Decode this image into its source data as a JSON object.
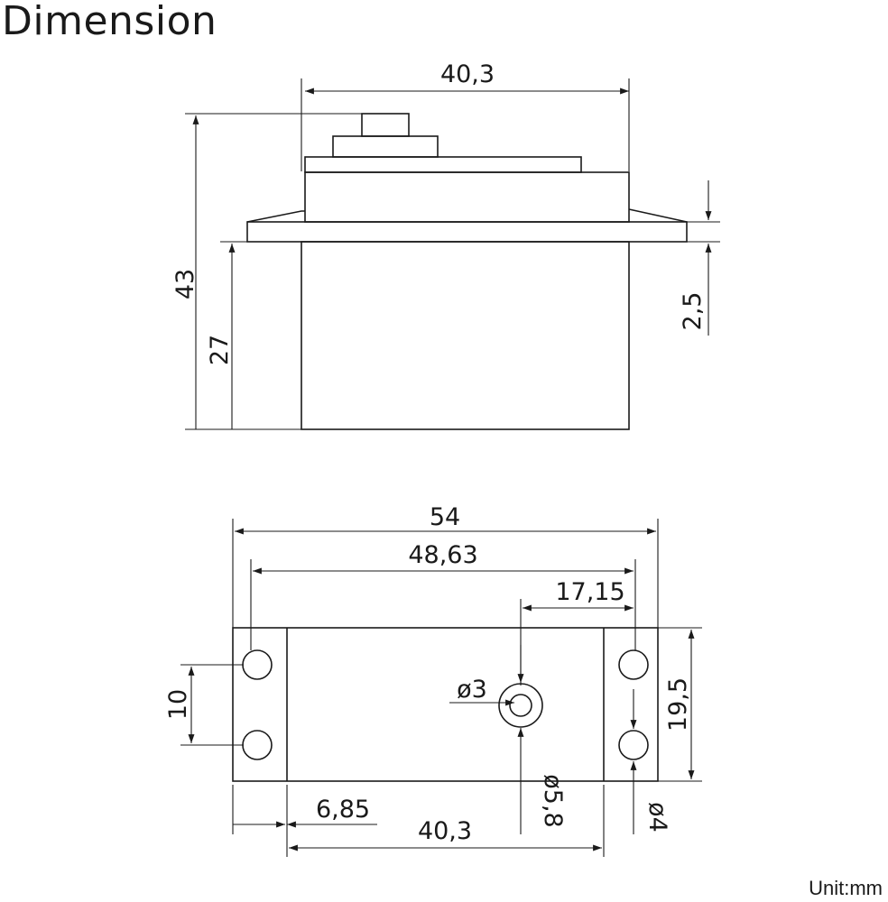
{
  "title": "Dimension",
  "unit": "Unit:mm",
  "side_view": {
    "width_top": "40,3",
    "height_total": "43",
    "height_body": "27",
    "flange_thickness": "2,5"
  },
  "top_view": {
    "overall_length": "54",
    "hole_spacing": "48,63",
    "shaft_offset": "17,15",
    "hole_pitch": "10",
    "width": "19,5",
    "shaft_dia": "ø3",
    "spline_dia": "ø5,8",
    "hole_dia": "ø4",
    "flange_width": "6,85",
    "body_length": "40,3"
  }
}
